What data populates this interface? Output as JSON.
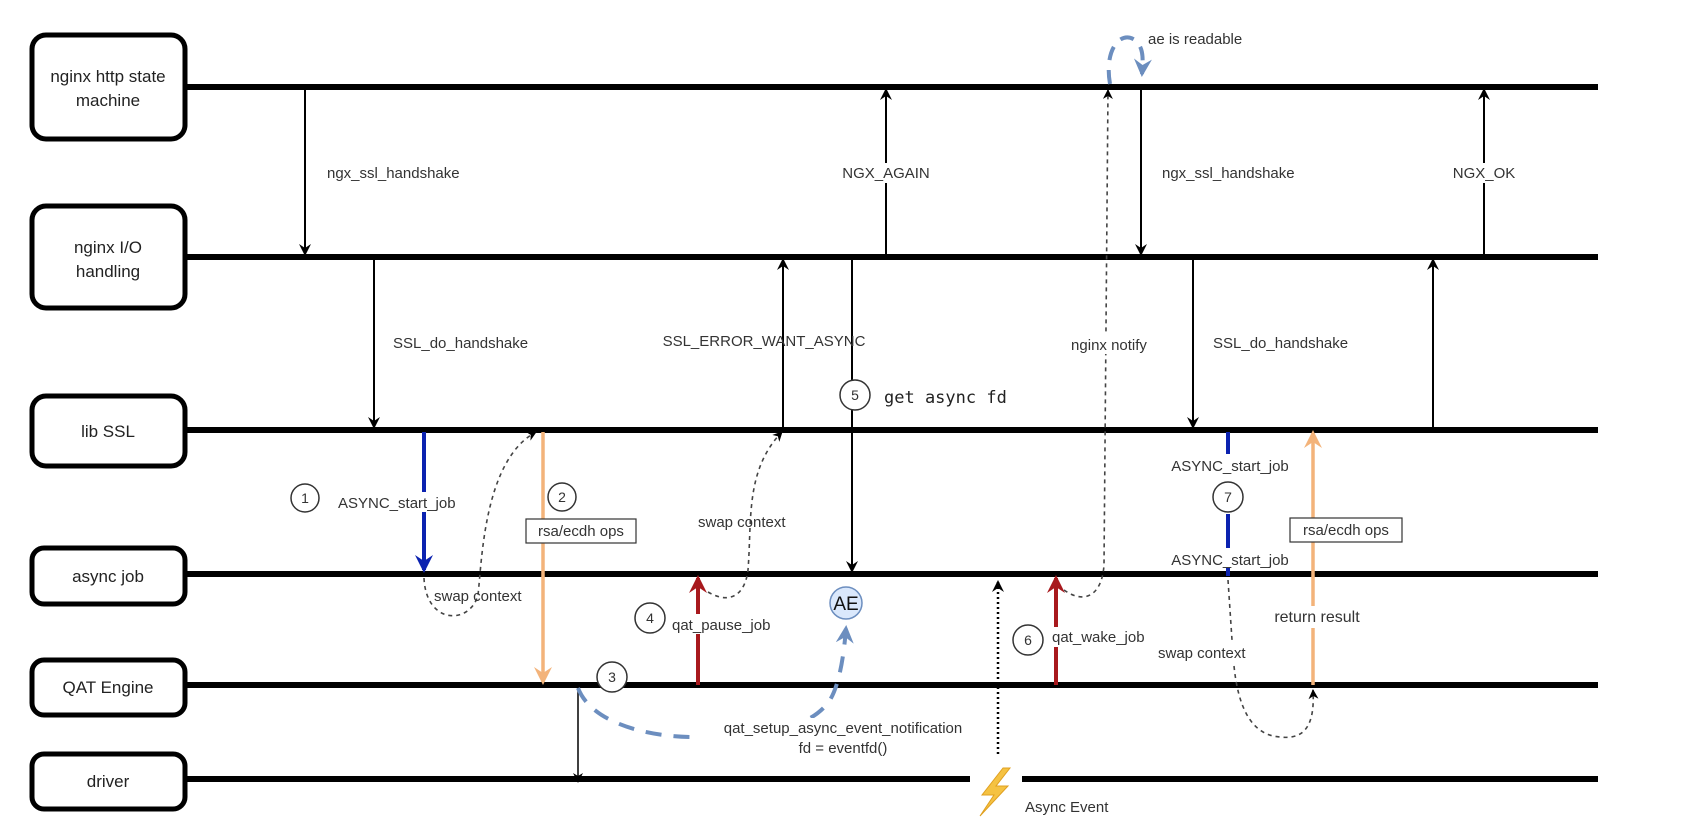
{
  "lanes": [
    {
      "id": "http",
      "label_lines": [
        "nginx http state",
        "machine"
      ]
    },
    {
      "id": "io",
      "label_lines": [
        "nginx I/O",
        "handling"
      ]
    },
    {
      "id": "ssl",
      "label_lines": [
        "lib SSL"
      ]
    },
    {
      "id": "job",
      "label_lines": [
        "async job"
      ]
    },
    {
      "id": "qat",
      "label_lines": [
        "QAT Engine"
      ]
    },
    {
      "id": "drv",
      "label_lines": [
        "driver"
      ]
    }
  ],
  "labels": {
    "ngx_ssl_handshake_1": "ngx_ssl_handshake",
    "ngx_again": "NGX_AGAIN",
    "ae_is_readable": "ae is readable",
    "ngx_ssl_handshake_2": "ngx_ssl_handshake",
    "ngx_ok": "NGX_OK",
    "ssl_do_handshake_1": "SSL_do_handshake",
    "ssl_error_want_async": "SSL_ERROR_WANT_ASYNC",
    "nginx_notify": "nginx notify",
    "ssl_do_handshake_2": "SSL_do_handshake",
    "get_async_fd": "get async fd",
    "async_start_job_1": "ASYNC_start_job",
    "rsa_ecdh_ops_1": "rsa/ecdh ops",
    "swap_context_1": "swap context",
    "swap_context_2": "swap context",
    "async_start_job_2a": "ASYNC_start_job",
    "async_start_job_2b": "ASYNC_start_job",
    "rsa_ecdh_ops_2": "rsa/ecdh ops",
    "qat_pause_job": "qat_pause_job",
    "qat_wake_job": "qat_wake_job",
    "return_result": "return result",
    "swap_context_3": "swap context",
    "qat_setup": "qat_setup_async_event_notification",
    "fd_eventfd": "fd = eventfd()",
    "async_event": "Async Event",
    "ae": "AE"
  },
  "steps": [
    "1",
    "2",
    "3",
    "4",
    "5",
    "6",
    "7"
  ],
  "colors": {
    "lifeline": "#000000",
    "async_start_job": "#0b22b0",
    "rsa_ops": "#f3b37a",
    "pause_wake": "#a8191d",
    "ae_dashed": "#6c8ebf",
    "ae_fill": "#dae8fc",
    "lightning": "#f5c242"
  }
}
